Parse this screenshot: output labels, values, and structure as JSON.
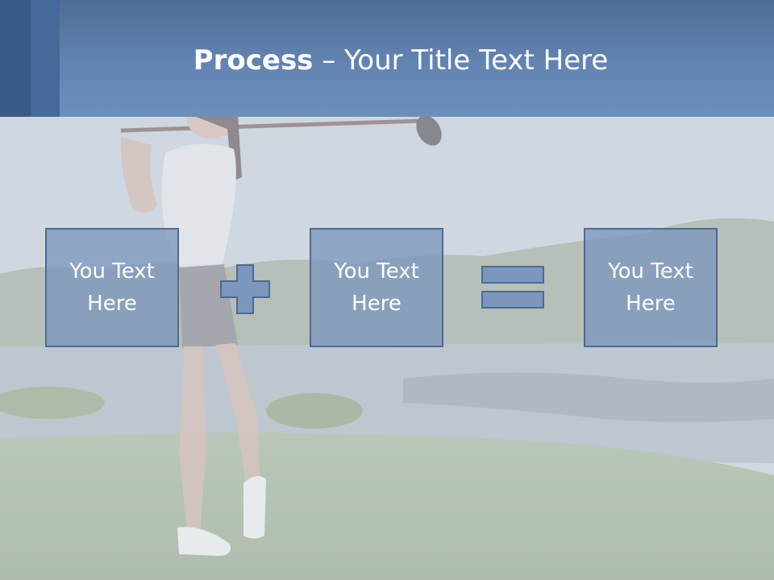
{
  "slide": {
    "title_bold": "Process",
    "title_rest": " – Your Title Text Here"
  },
  "process": {
    "boxes": [
      {
        "text": "You Text Here"
      },
      {
        "text": "You Text Here"
      },
      {
        "text": "You Text Here"
      }
    ],
    "operators": [
      "plus",
      "equals"
    ]
  },
  "colors": {
    "header": "#6384b2",
    "box_fill": "#7c97be",
    "box_border": "#51698f",
    "text": "#ffffff"
  }
}
